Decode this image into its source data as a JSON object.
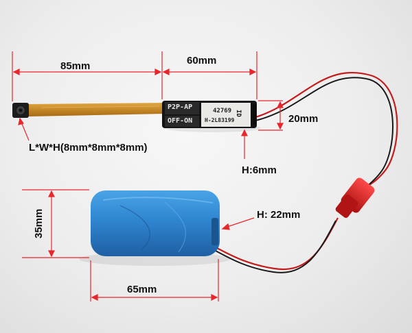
{
  "photo": {
    "dimension_labels": {
      "cable_length": "85mm",
      "module_length": "60mm",
      "module_width": "20mm",
      "module_height": "H:6mm",
      "camera_size": "L*W*H(8mm*8mm*8mm)",
      "battery_width": "35mm",
      "battery_height": "H: 22mm",
      "battery_length": "65mm"
    },
    "module_text": {
      "mode_switch_top": "P2P-AP",
      "mode_switch_bottom": "OFF-ON",
      "id_label": "ID",
      "id_number": "42769",
      "id_code": "H-2L83199"
    },
    "colors": {
      "dimension_line": "#e8262c",
      "battery": "#2f86d0",
      "flex_cable": "#c98a1e",
      "connector": "#c81e1e"
    }
  }
}
